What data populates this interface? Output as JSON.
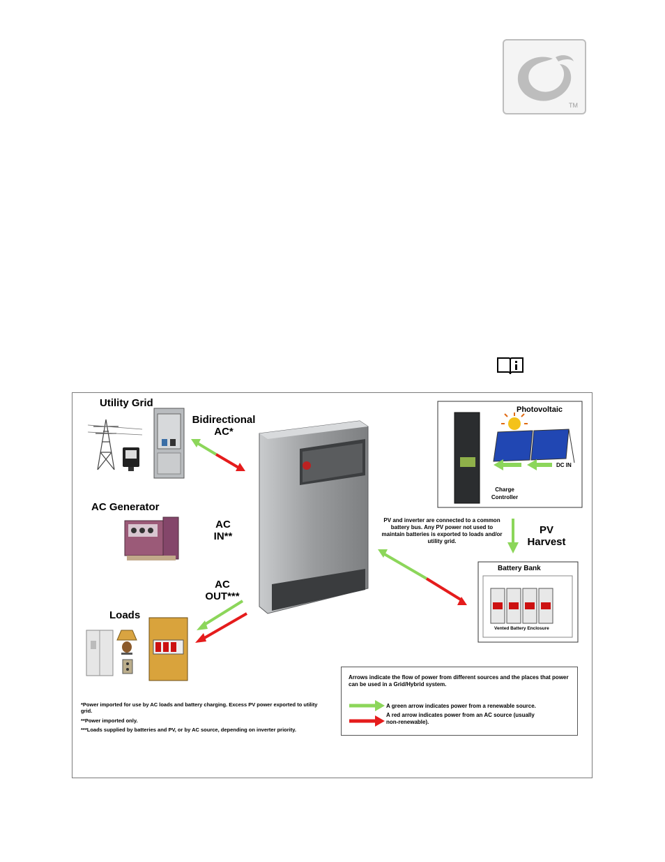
{
  "logo": {
    "trademark": "TM"
  },
  "diagram": {
    "utility_grid": "Utility Grid",
    "bidirectional_line1": "Bidirectional",
    "bidirectional_line2": "AC*",
    "ac_generator": "AC Generator",
    "ac_in_line1": "AC",
    "ac_in_line2": "IN**",
    "ac_out_line1": "AC",
    "ac_out_line2": "OUT***",
    "loads": "Loads",
    "photovoltaic": "Photovoltaic",
    "dc_in": "DC IN",
    "charge_controller_line1": "Charge",
    "charge_controller_line2": "Controller",
    "pv_harvest_line1": "PV",
    "pv_harvest_line2": "Harvest",
    "battery_bus_note": "PV and inverter are connected to a common battery bus.  Any PV power not used to maintain batteries is exported to loads and/or utility grid.",
    "battery_bank": "Battery Bank",
    "vented_enclosure": "Vented Battery Enclosure",
    "footnote1": "*Power imported for use by AC loads and battery charging.  Excess PV power exported to utility grid.",
    "footnote2": "**Power imported only.",
    "footnote3": "***Loads supplied by batteries and PV, or by AC source, depending on inverter priority.",
    "legend_header": "Arrows indicate the flow of power from different sources and the places that power can be used in a Grid/Hybrid system.",
    "legend_green": "A green arrow indicates power from a renewable source.",
    "legend_red": "A red arrow indicates power from an AC source (usually non-renewable).",
    "colors": {
      "green": "#8cd65a",
      "red": "#e51c1c",
      "inverter": "#9a9c9e"
    }
  }
}
